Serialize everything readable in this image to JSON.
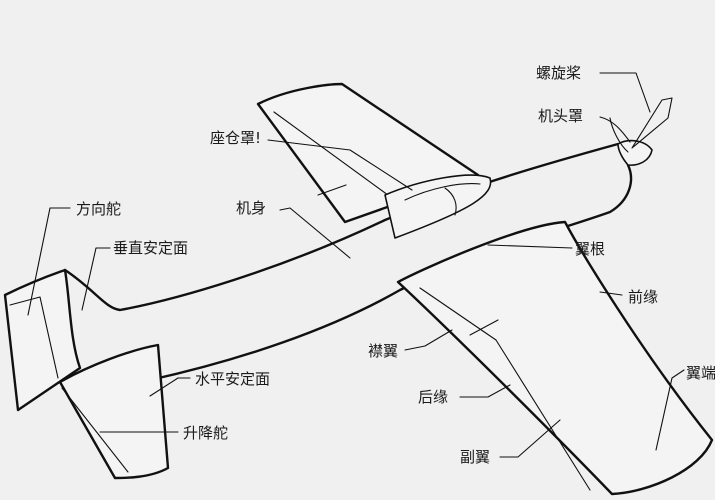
{
  "labels": {
    "propeller": "螺旋桨",
    "spinner": "机头罩",
    "canopy": "座仓罩!",
    "fuselage": "机身",
    "rudder": "方向舵",
    "vertical_stabilizer": "垂直安定面",
    "wing_root": "翼根",
    "leading_edge": "前缘",
    "flap": "襟翼",
    "trailing_edge": "后缘",
    "horizontal_stabilizer": "水平安定面",
    "elevator": "升降舵",
    "aileron": "副翼",
    "wing_tip": "翼端"
  }
}
